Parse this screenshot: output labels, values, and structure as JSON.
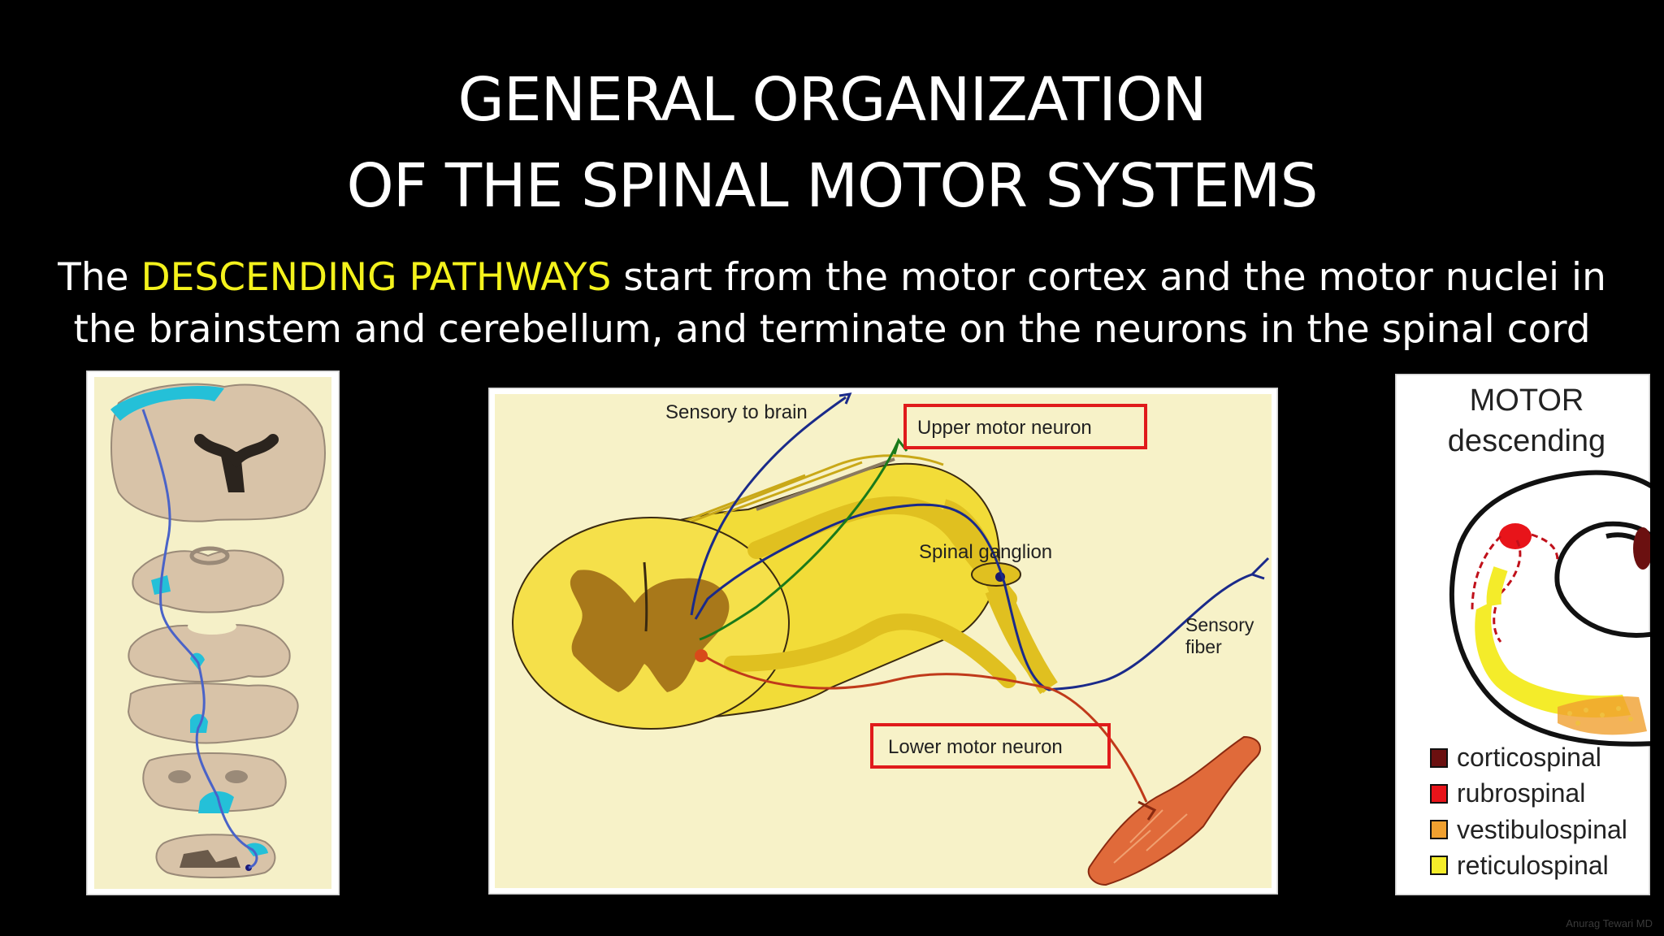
{
  "slide": {
    "title_line1": "GENERAL ORGANIZATION",
    "title_line2": "OF THE SPINAL MOTOR SYSTEMS",
    "subtitle_pre": "The ",
    "subtitle_highlight": "DESCENDING PATHWAYS",
    "subtitle_post_line1": " start from the motor cortex and the motor nuclei in",
    "subtitle_line2": "the brainstem and cerebellum, and terminate on the neurons in the spinal cord",
    "credit": "Anurag Tewari MD"
  },
  "center_diagram": {
    "labels": {
      "sensory_to_brain": "Sensory to brain",
      "upper_motor_neuron": "Upper motor neuron",
      "spinal_ganglion": "Spinal ganglion",
      "sensory_fiber_1": "Sensory",
      "sensory_fiber_2": "fiber",
      "lower_motor_neuron": "Lower motor neuron"
    }
  },
  "right_diagram": {
    "title_1": "MOTOR",
    "title_2": "descending",
    "legend": [
      {
        "label": "corticospinal",
        "color": "#6b1010"
      },
      {
        "label": "rubrospinal",
        "color": "#e8141a"
      },
      {
        "label": "vestibulospinal",
        "color": "#f0a030"
      },
      {
        "label": "reticulospinal",
        "color": "#f4ec2a"
      }
    ]
  },
  "colors": {
    "highlight": "#f4f21c",
    "callout_box": "#e01b1b",
    "tract_cyan": "#24c0d8",
    "tissue_tan": "#d8c3a8"
  }
}
